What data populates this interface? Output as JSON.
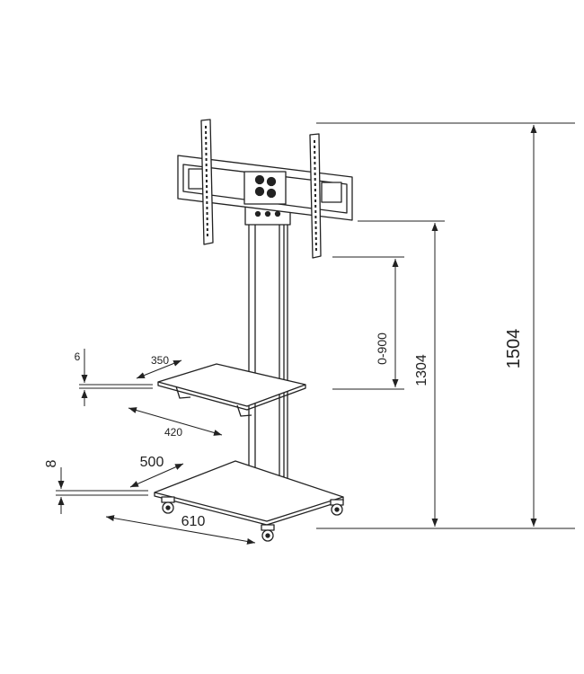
{
  "dimensions": {
    "total_height": "1504",
    "base_to_mount_height": "1304",
    "shelf_adjust_range": "0-900",
    "shelf_thickness": "6",
    "shelf_depth": "350",
    "shelf_width": "420",
    "base_thickness": "8",
    "base_depth": "500",
    "base_width": "610"
  },
  "colors": {
    "line": "#222222",
    "background": "#ffffff"
  }
}
